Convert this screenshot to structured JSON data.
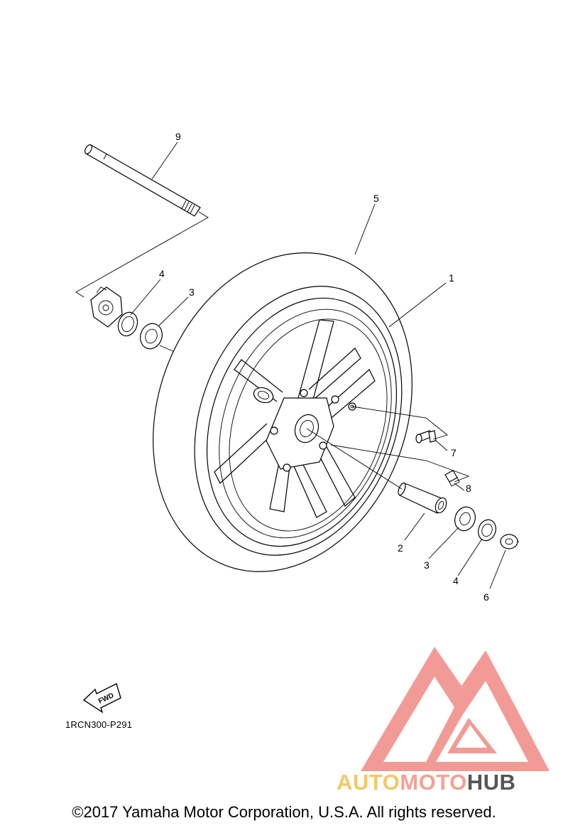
{
  "diagram": {
    "callouts": [
      {
        "id": "c1",
        "label": "1"
      },
      {
        "id": "c2",
        "label": "2"
      },
      {
        "id": "c3a",
        "label": "3"
      },
      {
        "id": "c3b",
        "label": "3"
      },
      {
        "id": "c4a",
        "label": "4"
      },
      {
        "id": "c4b",
        "label": "4"
      },
      {
        "id": "c5",
        "label": "5"
      },
      {
        "id": "c6",
        "label": "6"
      },
      {
        "id": "c7",
        "label": "7"
      },
      {
        "id": "c8",
        "label": "8"
      },
      {
        "id": "c9",
        "label": "9"
      }
    ],
    "fwd_label": "FWD",
    "diagram_code": "1RCN300-P291"
  },
  "watermark": {
    "brand_part1": "AUTO",
    "brand_part2": "MOTO",
    "brand_part3": "HUB",
    "colors": {
      "logo": "#f08a84",
      "auto": "#f5c766",
      "moto": "#f3a193",
      "hub": "#555555"
    }
  },
  "footer": {
    "copyright": "©2017 Yamaha Motor Corporation, U.S.A. All rights reserved."
  }
}
